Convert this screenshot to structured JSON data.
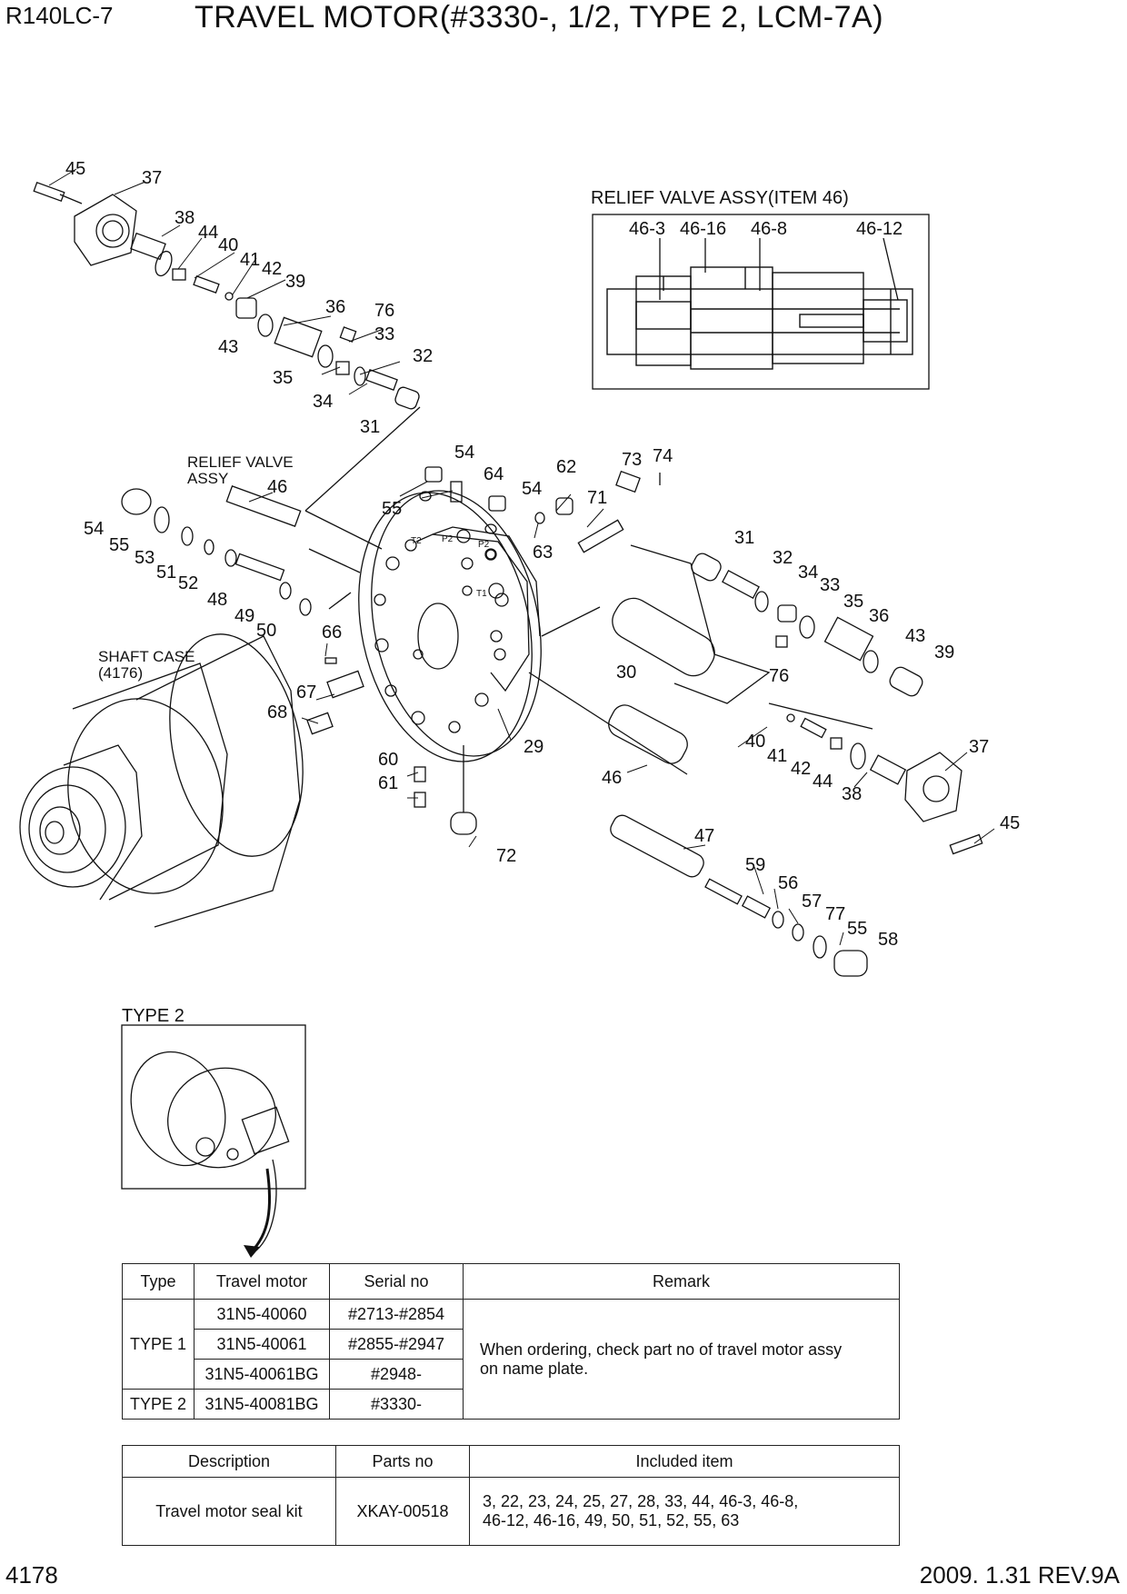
{
  "header": {
    "model": "R140LC-7",
    "title": "TRAVEL MOTOR(#3330-, 1/2, TYPE 2, LCM-7A)"
  },
  "labels": {
    "relief_box_title": "RELIEF VALVE ASSY(ITEM 46)",
    "relief_valve_assy_1": "RELIEF VALVE",
    "relief_valve_assy_2": "ASSY",
    "shaft_case_1": "SHAFT CASE",
    "shaft_case_2": "(4176)",
    "type2_inset": "TYPE 2",
    "port_t2": "T2",
    "port_p2a": "P2",
    "port_p2b": "P2",
    "port_t1": "T1"
  },
  "relief_box_callouts": [
    "46-3",
    "46-16",
    "46-8",
    "46-12"
  ],
  "callouts": {
    "c45a": "45",
    "c37a": "37",
    "c38a": "38",
    "c44a": "44",
    "c40a": "40",
    "c41a": "41",
    "c42a": "42",
    "c39a": "39",
    "c36a": "36",
    "c76a": "76",
    "c33a": "33",
    "c43a": "43",
    "c32a": "32",
    "c35a": "35",
    "c34a": "34",
    "c31a": "31",
    "c46a": "46",
    "c54a": "54",
    "c64": "64",
    "c54b": "54",
    "c62": "62",
    "c73": "73",
    "c74": "74",
    "c55a": "55",
    "c71": "71",
    "c63": "63",
    "c54c": "54",
    "c55b": "55",
    "c53": "53",
    "c51": "51",
    "c52": "52",
    "c48": "48",
    "c49": "49",
    "c50": "50",
    "c66": "66",
    "c31b": "31",
    "c32b": "32",
    "c34b": "34",
    "c33b": "33",
    "c35b": "35",
    "c36b": "36",
    "c43b": "43",
    "c39b": "39",
    "c30": "30",
    "c76b": "76",
    "c67": "67",
    "c68": "68",
    "c29": "29",
    "c60": "60",
    "c61": "61",
    "c46b": "46",
    "c40b": "40",
    "c41b": "41",
    "c42b": "42",
    "c44b": "44",
    "c38b": "38",
    "c37b": "37",
    "c45b": "45",
    "c72": "72",
    "c47": "47",
    "c59": "59",
    "c56": "56",
    "c57": "57",
    "c77": "77",
    "c55c": "55",
    "c58": "58"
  },
  "serial_table": {
    "headers": [
      "Type",
      "Travel motor",
      "Serial no",
      "Remark"
    ],
    "rows": [
      {
        "type": "TYPE 1",
        "motor": "31N5-40060",
        "serial": "#2713-#2854"
      },
      {
        "type": "",
        "motor": "31N5-40061",
        "serial": "#2855-#2947"
      },
      {
        "type": "",
        "motor": "31N5-40061BG",
        "serial": "#2948-"
      },
      {
        "type": "TYPE 2",
        "motor": "31N5-40081BG",
        "serial": "#3330-"
      }
    ],
    "remark_line1": "When ordering, check part no of travel motor assy",
    "remark_line2": "on name plate."
  },
  "kit_table": {
    "headers": [
      "Description",
      "Parts no",
      "Included item"
    ],
    "description": "Travel motor seal kit",
    "parts_no": "XKAY-00518",
    "included_line1": "3, 22, 23, 24, 25, 27, 28, 33, 44, 46-3, 46-8,",
    "included_line2": "46-12, 46-16, 49, 50, 51, 52, 55, 63"
  },
  "footer": {
    "page": "4178",
    "revision": "2009. 1.31  REV.9A"
  }
}
